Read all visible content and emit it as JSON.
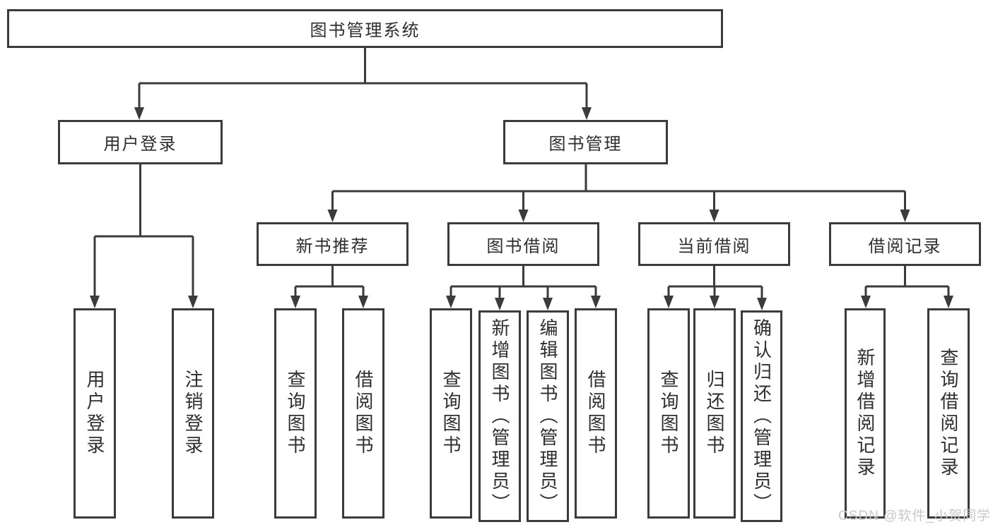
{
  "diagram": {
    "root": {
      "label": "图书管理系统"
    },
    "user_login": {
      "label": "用户登录",
      "children": [
        {
          "label": "用户登录"
        },
        {
          "label": "注销登录"
        }
      ]
    },
    "book_management": {
      "label": "图书管理",
      "sections": [
        {
          "label": "新书推荐",
          "children": [
            {
              "label": "查询图书"
            },
            {
              "label": "借阅图书"
            }
          ]
        },
        {
          "label": "图书借阅",
          "children": [
            {
              "label": "查询图书"
            },
            {
              "label": "新增图书（管理员）"
            },
            {
              "label": "编辑图书（管理员）"
            },
            {
              "label": "借阅图书"
            }
          ]
        },
        {
          "label": "当前借阅",
          "children": [
            {
              "label": "查询图书"
            },
            {
              "label": "归还图书"
            },
            {
              "label": "确认归还（管理员）"
            }
          ]
        },
        {
          "label": "借阅记录",
          "children": [
            {
              "label": "新增借阅记录"
            },
            {
              "label": "查询借阅记录"
            }
          ]
        }
      ]
    }
  },
  "watermark": {
    "text": "CSDN @软件_小贺同学"
  },
  "colors": {
    "line": "#3b3b3b",
    "text": "#2e2e2e",
    "box_background": "#ffffff",
    "watermark": "#c8c8c8",
    "page_background": "#ffffff"
  }
}
